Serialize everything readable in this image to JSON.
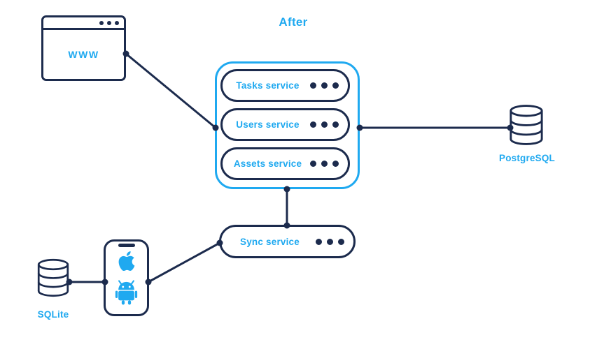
{
  "diagram": {
    "title": "After",
    "browser": {
      "label": "WWW"
    },
    "services_container": {
      "services": [
        {
          "label": "Tasks service"
        },
        {
          "label": "Users service"
        },
        {
          "label": "Assets service"
        }
      ]
    },
    "sync_service": {
      "label": "Sync service"
    },
    "databases": {
      "postgresql": {
        "label": "PostgreSQL"
      },
      "sqlite": {
        "label": "SQLite"
      }
    },
    "icons": {
      "browser_menu": "ellipsis-icon",
      "service_menu": "ellipsis-icon",
      "postgresql": "database-cylinder-icon",
      "sqlite": "database-cylinder-icon",
      "mobile": "smartphone-icon",
      "ios": "apple-icon",
      "android": "android-icon"
    },
    "colors": {
      "accent_blue": "#1fa9f0",
      "navy": "#1c2b4d",
      "background": "#ffffff"
    }
  }
}
